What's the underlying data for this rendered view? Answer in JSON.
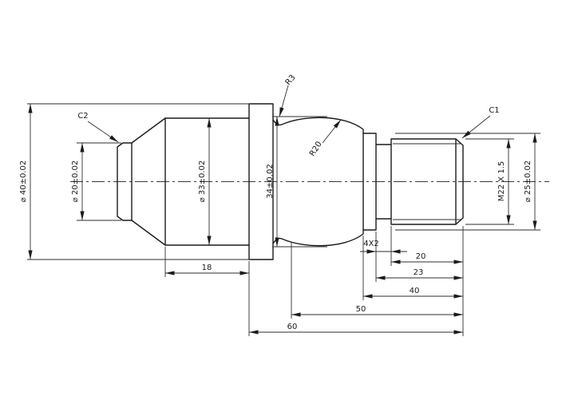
{
  "colors": {
    "background": "#ffffff",
    "line": "#1b1b1b",
    "dimension_line": "#2e2e2e"
  },
  "drawing": {
    "labels": {
      "dia40": "⌀ 40±0.02",
      "dia20": "⌀ 20±0.02",
      "dia33": "⌀ 33±0.02",
      "width34": "34±0.02",
      "dia25": "⌀ 25±0.02",
      "thread": "M22 X 1.5",
      "radius3": "R3",
      "radius20": "R20",
      "chamfer1": "C1",
      "chamfer2": "C2",
      "groove": "4X2",
      "len18": "18",
      "len20": "20",
      "len23": "23",
      "len40": "40",
      "len50": "50",
      "len60": "60"
    }
  }
}
